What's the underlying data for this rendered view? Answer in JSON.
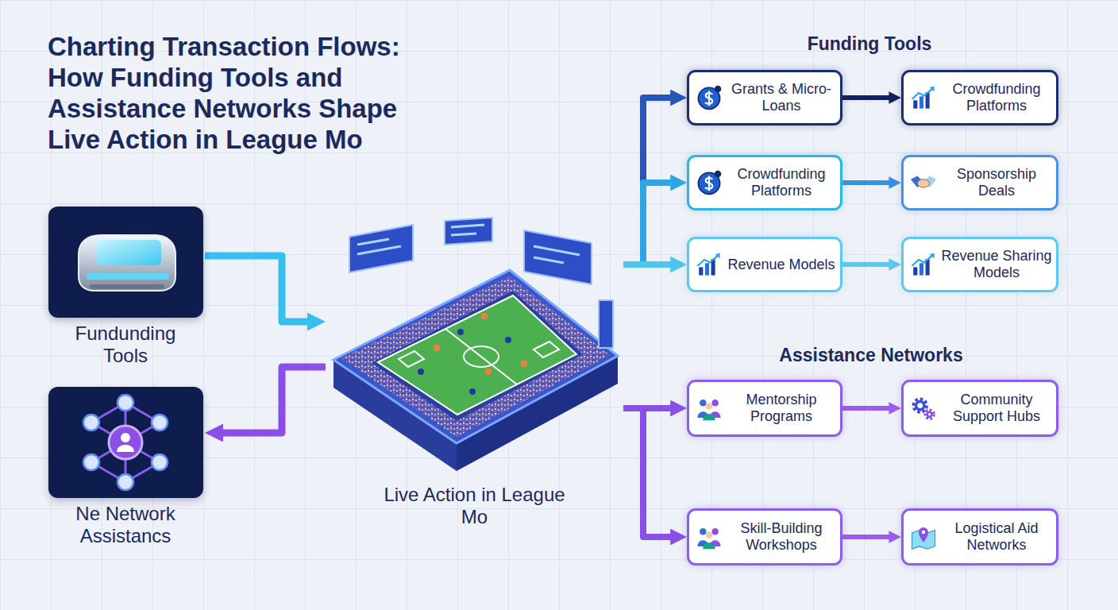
{
  "diagram": {
    "title": "Charting Transaction Flows: How Funding Tools and Assistance Networks Shape Live Action in League Mo",
    "nodes": [
      {
        "text": [
          "Fundunding Tools"
        ]
      },
      {
        "text": [
          "Live Action in League Mo"
        ]
      },
      {
        "text": [
          "Ne Network Assistancs"
        ]
      },
      {
        "text": [
          "Grants & Micro-Loans"
        ]
      },
      {
        "text": [
          "Crowdfunding Platforms"
        ]
      },
      {
        "text": [
          "Crowdfunding Platforms"
        ]
      },
      {
        "text": [
          "Sponsorship Deals"
        ]
      },
      {
        "text": [
          "Revenue Models"
        ]
      },
      {
        "text": [
          "Revenue Sharing Models"
        ]
      },
      {
        "text": [
          "Mentorship Programs"
        ]
      },
      {
        "text": [
          "Community Support Hubs"
        ]
      },
      {
        "text": [
          "Skill-Building Workshops"
        ]
      },
      {
        "text": [
          "Logistical Aid Networks"
        ]
      }
    ],
    "edges": [
      {
        "from": 0,
        "to": 1,
        "arrow": "to"
      },
      {
        "from": 1,
        "to": 2,
        "arrow": "to"
      },
      {
        "from": 1,
        "to": 3,
        "arrow": "to"
      },
      {
        "from": 1,
        "to": 5,
        "arrow": "to"
      },
      {
        "from": 1,
        "to": 7,
        "arrow": "to"
      },
      {
        "from": 3,
        "to": 4,
        "arrow": "to"
      },
      {
        "from": 5,
        "to": 6,
        "arrow": "to"
      },
      {
        "from": 7,
        "to": 8,
        "arrow": "to"
      },
      {
        "from": 1,
        "to": 9,
        "arrow": "to"
      },
      {
        "from": 1,
        "to": 11,
        "arrow": "to"
      },
      {
        "from": 9,
        "to": 10,
        "arrow": "to"
      },
      {
        "from": 11,
        "to": 12,
        "arrow": "to"
      }
    ],
    "labels": [
      "Funding Tools",
      "Assistance Networks"
    ]
  }
}
